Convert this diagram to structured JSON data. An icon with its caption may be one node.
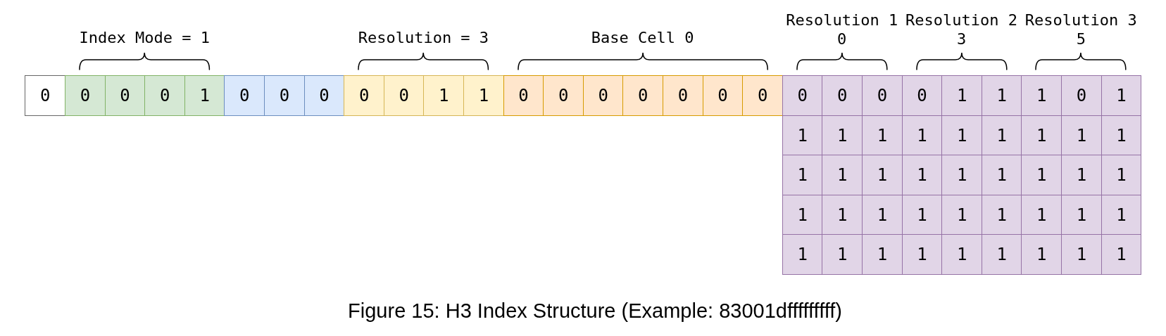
{
  "diagram": {
    "caption": "Figure 15: H3 Index Structure (Example: 83001dfffffffff)",
    "labels": [
      "Index Mode = 1",
      "Resolution = 3",
      "Base Cell 0",
      "Resolution 1 0",
      "Resolution 2 3",
      "Resolution 3 5",
      "0",
      "0",
      "0",
      "0",
      "1",
      "0",
      "0",
      "0",
      "0",
      "0",
      "1",
      "1",
      "0",
      "0",
      "0",
      "0",
      "0",
      "0",
      "0",
      "0",
      "0",
      "0",
      "0",
      "1",
      "1",
      "1",
      "0",
      "1",
      "1",
      "1",
      "1",
      "1",
      "1",
      "1",
      "1",
      "1",
      "1",
      "1",
      "1",
      "1",
      "1",
      "1",
      "1",
      "1",
      "1",
      "1",
      "1",
      "1",
      "1",
      "1",
      "1",
      "1",
      "1",
      "1",
      "1",
      "1",
      "1",
      "1",
      "1",
      "1",
      "1",
      "1",
      "1",
      "1"
    ]
  }
}
